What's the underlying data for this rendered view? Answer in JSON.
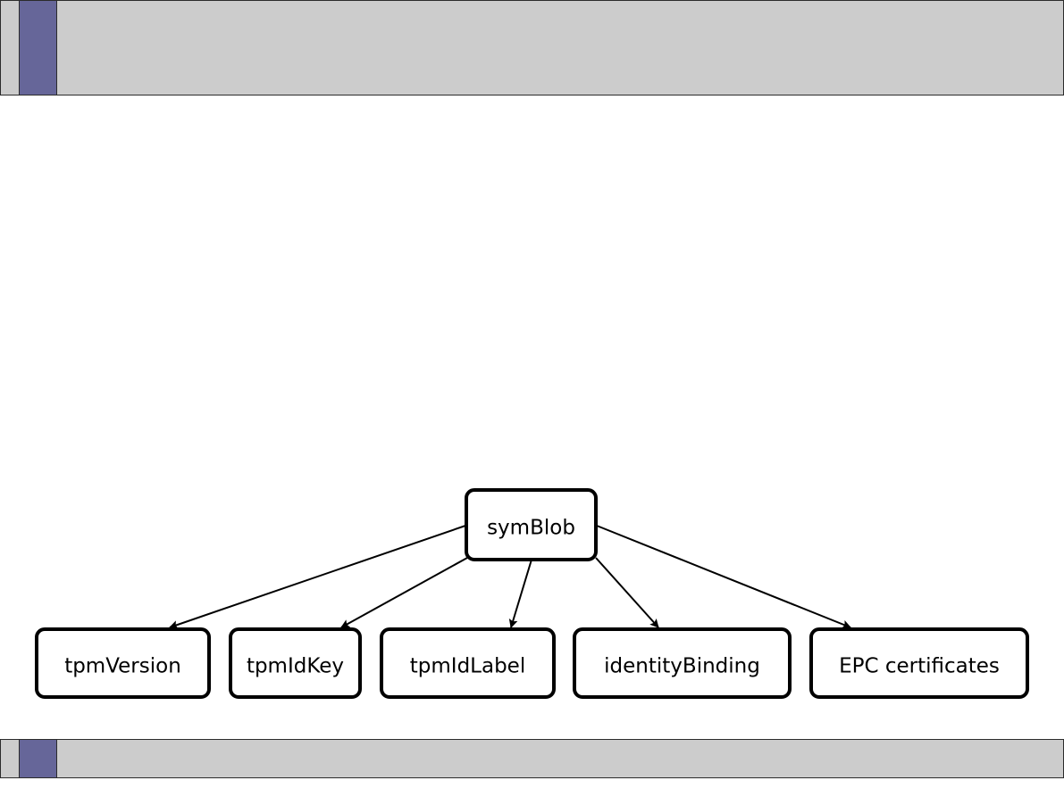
{
  "theme": {
    "bar_color": "#cccccc",
    "accent_color": "#666699",
    "border_color": "#2b2b2b",
    "node_border_color": "#000000",
    "node_fill_color": "#ffffff"
  },
  "diagram": {
    "root": {
      "id": "root",
      "label": "symBlob"
    },
    "children": [
      {
        "id": "c1",
        "label": "tpmVersion"
      },
      {
        "id": "c2",
        "label": "tpmIdKey"
      },
      {
        "id": "c3",
        "label": "tpmIdLabel"
      },
      {
        "id": "c4",
        "label": "identityBinding"
      },
      {
        "id": "c5",
        "label": "EPC certificates"
      }
    ],
    "edges": [
      {
        "from": "root",
        "to": "c1"
      },
      {
        "from": "root",
        "to": "c2"
      },
      {
        "from": "root",
        "to": "c3"
      },
      {
        "from": "root",
        "to": "c4"
      },
      {
        "from": "root",
        "to": "c5"
      }
    ]
  }
}
